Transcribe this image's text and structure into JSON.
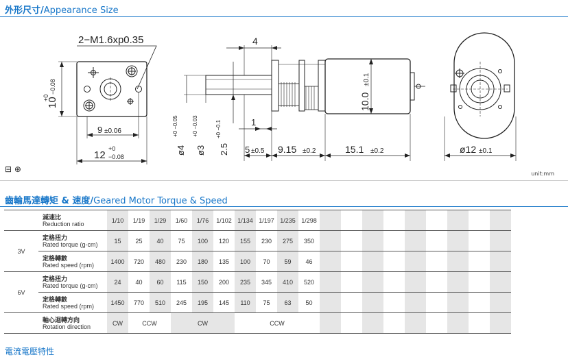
{
  "appearance": {
    "title_zh": "外形尺寸/",
    "title_en": "Appearance Size",
    "unit": "unit:mm",
    "front_view": {
      "screw": "2−M1.6xp0.35",
      "height": "10",
      "height_tol_plus": "+0",
      "height_tol_minus": "−0.08",
      "hole_spacing": "9",
      "hole_spacing_tol": "±0.06",
      "width": "12",
      "width_tol_plus": "+0",
      "width_tol_minus": "−0.08"
    },
    "side_view": {
      "top_dim": "4",
      "shaft_dia": "ø4",
      "shaft_dia_tol": "+0 −0.05",
      "shaft_dia2": "ø3",
      "shaft_dia2_tol": "+0 −0.03",
      "flat": "2.5",
      "flat_tol": "+0 −0.1",
      "one": "1",
      "shaft_len": "5",
      "shaft_len_tol": "±0.5",
      "gear_len": "9.15",
      "gear_len_tol": "±0.2",
      "motor_len": "15.1",
      "motor_len_tol": "±0.2",
      "motor_height": "10.0",
      "motor_height_tol": "±0.1"
    },
    "end_view": {
      "dia": "ø12",
      "dia_tol": "±0.1"
    },
    "symbols": "⊟ ⊕"
  },
  "torque": {
    "title_zh": "齒輪馬達轉矩 & 速度/",
    "title_en": "Geared Motor Torque & Speed",
    "ratio_label_zh": "減速比",
    "ratio_label_en": "Reduction ratio",
    "ratios": [
      "1/10",
      "1/19",
      "1/29",
      "1/60",
      "1/76",
      "1/102",
      "1/134",
      "1/197",
      "1/235",
      "1/298"
    ],
    "groups": [
      {
        "voltage": "3V",
        "rows": [
          {
            "zh": "定格扭力",
            "en": "Rated torque (g-cm)",
            "values": [
              "15",
              "25",
              "40",
              "75",
              "100",
              "120",
              "155",
              "230",
              "275",
              "350"
            ]
          },
          {
            "zh": "定格轉數",
            "en": "Rated speed (rpm)",
            "values": [
              "1400",
              "720",
              "480",
              "230",
              "180",
              "135",
              "100",
              "70",
              "59",
              "46"
            ]
          }
        ]
      },
      {
        "voltage": "6V",
        "rows": [
          {
            "zh": "定格扭力",
            "en": "Rated torque (g-cm)",
            "values": [
              "24",
              "40",
              "60",
              "115",
              "150",
              "200",
              "235",
              "345",
              "410",
              "520"
            ]
          },
          {
            "zh": "定格轉數",
            "en": "Rated speed (rpm)",
            "values": [
              "1450",
              "770",
              "510",
              "245",
              "195",
              "145",
              "110",
              "75",
              "63",
              "50"
            ]
          }
        ]
      }
    ],
    "rotation_label_zh": "軸心迴轉方向",
    "rotation_label_en": "Rotation direction",
    "rotation": [
      "CW",
      "CCW",
      "CW",
      "CCW"
    ]
  },
  "next_section": "電流電壓特性"
}
